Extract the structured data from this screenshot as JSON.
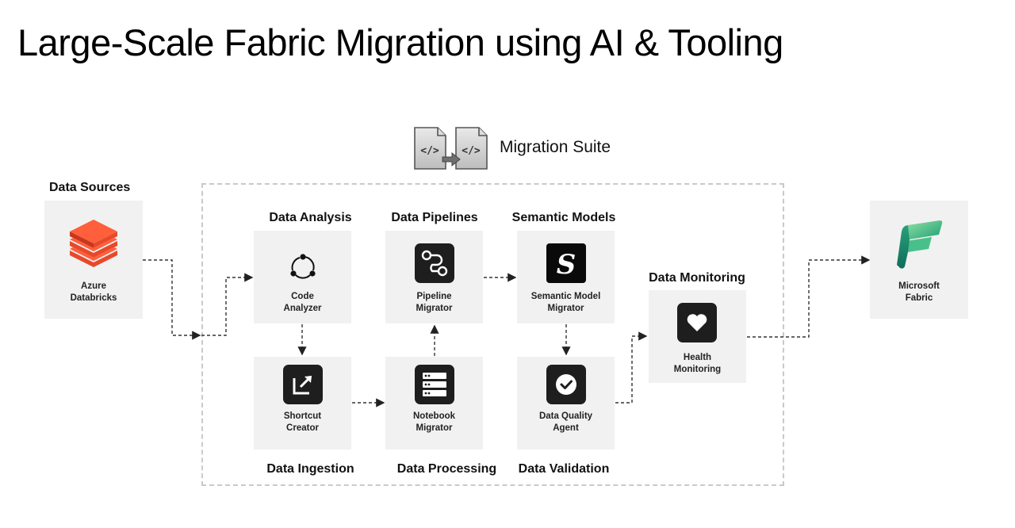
{
  "title": "Large-Scale Fabric Migration using AI & Tooling",
  "suite": {
    "label": "Migration Suite",
    "icon": "code-migration-icon"
  },
  "sections": {
    "data_sources": "Data Sources",
    "data_analysis": "Data Analysis",
    "data_pipelines": "Data Pipelines",
    "semantic_models": "Semantic Models",
    "data_monitoring": "Data Monitoring",
    "data_ingestion": "Data Ingestion",
    "data_processing": "Data Processing",
    "data_validation": "Data Validation"
  },
  "cards": {
    "azure_databricks": {
      "line1": "Azure",
      "line2": "Databricks",
      "icon": "databricks-icon"
    },
    "code_analyzer": {
      "line1": "Code",
      "line2": "Analyzer",
      "icon": "code-analyzer-icon"
    },
    "pipeline_migrator": {
      "line1": "Pipeline",
      "line2": "Migrator",
      "icon": "pipeline-icon"
    },
    "semantic_model_migrator": {
      "line1": "Semantic Model",
      "line2": "Migrator",
      "icon": "semantic-model-icon"
    },
    "health_monitoring": {
      "line1": "Health",
      "line2": "Monitoring",
      "icon": "heart-icon"
    },
    "shortcut_creator": {
      "line1": "Shortcut",
      "line2": "Creator",
      "icon": "shortcut-icon"
    },
    "notebook_migrator": {
      "line1": "Notebook",
      "line2": "Migrator",
      "icon": "notebook-icon"
    },
    "data_quality_agent": {
      "line1": "Data Quality",
      "line2": "Agent",
      "icon": "check-icon"
    },
    "microsoft_fabric": {
      "line1": "Microsoft",
      "line2": "Fabric",
      "icon": "fabric-icon"
    }
  },
  "colors": {
    "card_bg": "#f1f1f1",
    "icon_dark": "#1e1e1e",
    "databricks": "#e8492a",
    "fabric_green": "#3fb07d",
    "dash": "#c9c9c9"
  }
}
